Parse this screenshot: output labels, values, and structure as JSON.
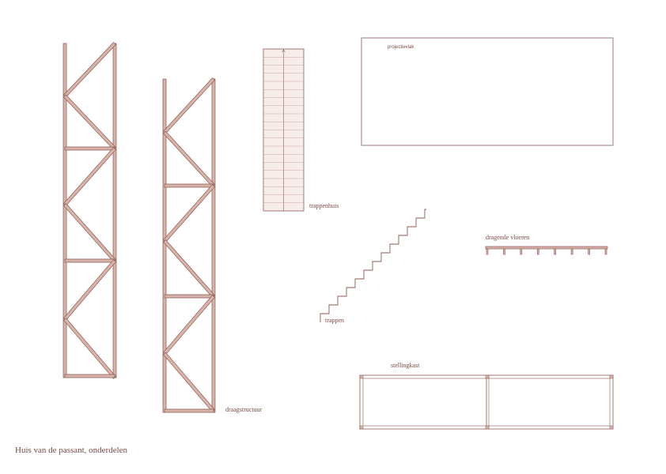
{
  "title": "Huis van de passant, onderdelen",
  "labels": {
    "support": "draagstructuur",
    "stairwell": "trappenhuis",
    "stairs": "trappen",
    "floors": "dragende vloeren",
    "cabinet": "stellingkast",
    "projection": "projectievlak"
  },
  "colors": {
    "line": "#8b5a52",
    "fill": "#d7b3aa",
    "grid": "#cfa7a0"
  }
}
